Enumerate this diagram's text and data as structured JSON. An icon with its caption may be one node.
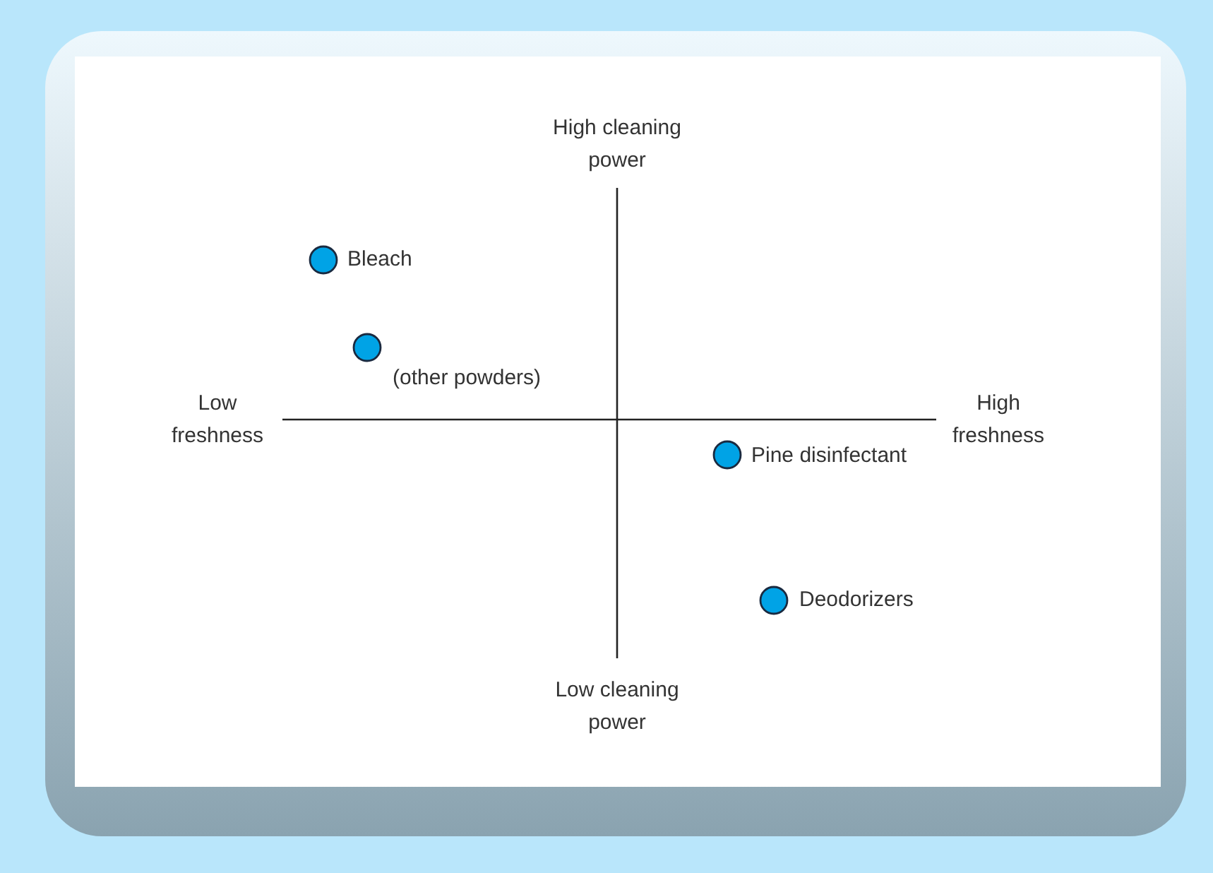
{
  "diagram": {
    "labels": [
      "High cleaning power",
      "Bleach",
      "(other powders)",
      "Low freshness",
      "High freshness",
      "Pine disinfectant",
      "Deodorizers",
      "Low cleaning power"
    ]
  }
}
